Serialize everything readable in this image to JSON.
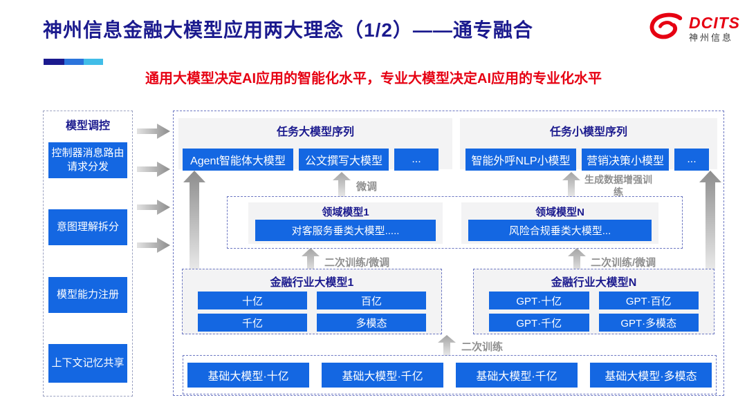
{
  "slide": {
    "title": "神州信息金融大模型应用两大理念（1/2）——通专融合",
    "subtitle": "通用大模型决定AI应用的智能化水平，专业大模型决定AI应用的专业化水平"
  },
  "logo": {
    "brand": "DCITS",
    "company": "神州信息"
  },
  "sidebar": {
    "title": "模型调控",
    "items": [
      "控制器消息路由请求分发",
      "意图理解拆分",
      "模型能力注册",
      "上下文记忆共享"
    ]
  },
  "diagram": {
    "task_large": {
      "title": "任务大模型序列",
      "items": [
        "Agent智能体大模型",
        "公文撰写大模型",
        "..."
      ]
    },
    "task_small": {
      "title": "任务小模型序列",
      "items": [
        "智能外呼NLP小模型",
        "营销决策小模型",
        "..."
      ]
    },
    "domain_1": {
      "title": "领域模型1",
      "item": "对客服务垂类大模型....."
    },
    "domain_n": {
      "title": "领域模型N",
      "item": "风险合规垂类大模型..."
    },
    "industry_1": {
      "title": "金融行业大模型1",
      "items": [
        "十亿",
        "百亿",
        "千亿",
        "多模态"
      ]
    },
    "industry_n": {
      "title": "金融行业大模型N",
      "items": [
        "GPT·十亿",
        "GPT·百亿",
        "GPT·千亿",
        "GPT·多模态"
      ]
    },
    "base_models": {
      "items": [
        "基础大模型·十亿",
        "基础大模型·千亿",
        "基础大模型·千亿",
        "基础大模型·多模态"
      ]
    },
    "arrow_labels": {
      "finetune": "微调",
      "augment_training": "生成数据增强训练",
      "retrain_finetune": "二次训练/微调",
      "retrain": "二次训练"
    }
  },
  "colors": {
    "title_navy": "#1b1a8e",
    "accent_red": "#e60012",
    "box_blue": "#1467e2",
    "group_gray": "#f3f3f4",
    "arrow_gray": "#8f8f8f",
    "dashed_border": "#6b76c2"
  }
}
